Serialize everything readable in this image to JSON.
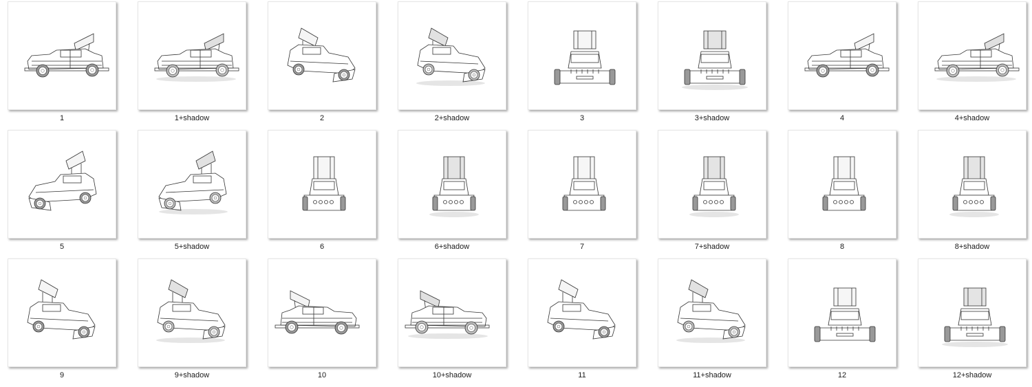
{
  "files": [
    {
      "label": "1",
      "view": "side-front-left",
      "shadow": false
    },
    {
      "label": "1+shadow",
      "view": "side-front-left",
      "shadow": true
    },
    {
      "label": "2",
      "view": "front-right",
      "shadow": false
    },
    {
      "label": "2+shadow",
      "view": "front-right",
      "shadow": true
    },
    {
      "label": "3",
      "view": "front",
      "shadow": false
    },
    {
      "label": "3+shadow",
      "view": "front",
      "shadow": true
    },
    {
      "label": "4",
      "view": "side-left",
      "shadow": false
    },
    {
      "label": "4+shadow",
      "view": "side-left",
      "shadow": true
    },
    {
      "label": "5",
      "view": "front-left-low",
      "shadow": false
    },
    {
      "label": "5+shadow",
      "view": "front-left-low",
      "shadow": true
    },
    {
      "label": "6",
      "view": "rear-left",
      "shadow": false
    },
    {
      "label": "6+shadow",
      "view": "rear-left",
      "shadow": true
    },
    {
      "label": "7",
      "view": "rear",
      "shadow": false
    },
    {
      "label": "7+shadow",
      "view": "rear",
      "shadow": true
    },
    {
      "label": "8",
      "view": "rear-right",
      "shadow": false
    },
    {
      "label": "8+shadow",
      "view": "rear-right",
      "shadow": true
    },
    {
      "label": "9",
      "view": "rear-right-side",
      "shadow": false
    },
    {
      "label": "9+shadow",
      "view": "rear-right-side",
      "shadow": true
    },
    {
      "label": "10",
      "view": "side-right",
      "shadow": false
    },
    {
      "label": "10+shadow",
      "view": "side-right",
      "shadow": true
    },
    {
      "label": "11",
      "view": "side-right-low",
      "shadow": false
    },
    {
      "label": "11+shadow",
      "view": "side-right-low",
      "shadow": true
    },
    {
      "label": "12",
      "view": "front-right-high",
      "shadow": false
    },
    {
      "label": "12+shadow",
      "view": "front-right-high",
      "shadow": true
    }
  ]
}
